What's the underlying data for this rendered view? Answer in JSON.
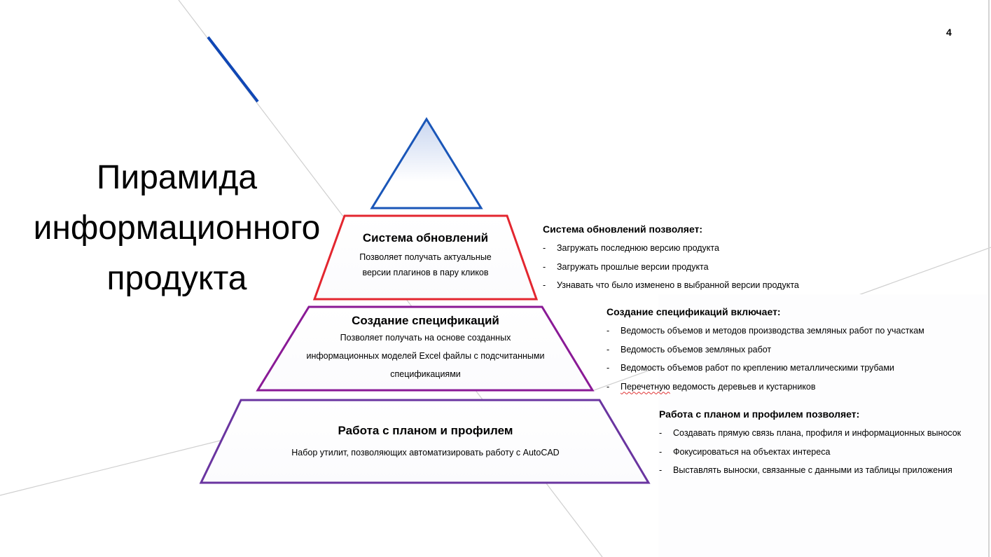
{
  "slide": {
    "page_number": "4",
    "title_lines": [
      "Пирамида",
      "информационного",
      "продукта"
    ]
  },
  "colors": {
    "apex_blue": "#1a56b8",
    "accent_blue_line": "#1047b5",
    "tier1_red": "#e3262f",
    "tier2_purple": "#8a1a96",
    "tier3_violet": "#6a35a0",
    "decor_gray": "#cfcfcf"
  },
  "pyramid": {
    "apex": {
      "label": ""
    },
    "tiers": [
      {
        "heading": "Система обновлений",
        "description_lines": [
          "Позволяет получать актуальные",
          "версии плагинов в пару кликов"
        ]
      },
      {
        "heading": "Создание спецификаций",
        "description_lines": [
          "Позволяет получать на основе созданных",
          "информационных моделей Excel файлы с подсчитанными",
          "спецификациями"
        ]
      },
      {
        "heading": "Работа с планом и профилем",
        "description_lines": [
          "Набор утилит, позволяющих автоматизировать работу с AutoCAD"
        ]
      }
    ]
  },
  "details": [
    {
      "heading": "Система обновлений позволяет:",
      "items": [
        "Загружать последнюю версию продукта",
        "Загружать прошлые версии продукта",
        "Узнавать что было изменено в выбранной версии продукта"
      ]
    },
    {
      "heading": "Создание спецификаций включает:",
      "items": [
        "Ведомость объемов и методов производства земляных работ по участкам",
        "Ведомость объемов земляных работ",
        "Ведомость объемов работ по креплению металлическими трубами",
        "ведомость деревьев и кустарников"
      ],
      "misspelled_word": "Перечетную"
    },
    {
      "heading": "Работа с планом и профилем позволяет:",
      "items": [
        "Создавать прямую связь плана, профиля и информационных выносок",
        "Фокусироваться на объектах интереса",
        "Выставлять выноски, связанные с данными из таблицы приложения"
      ]
    }
  ],
  "bullet_marker": "-"
}
